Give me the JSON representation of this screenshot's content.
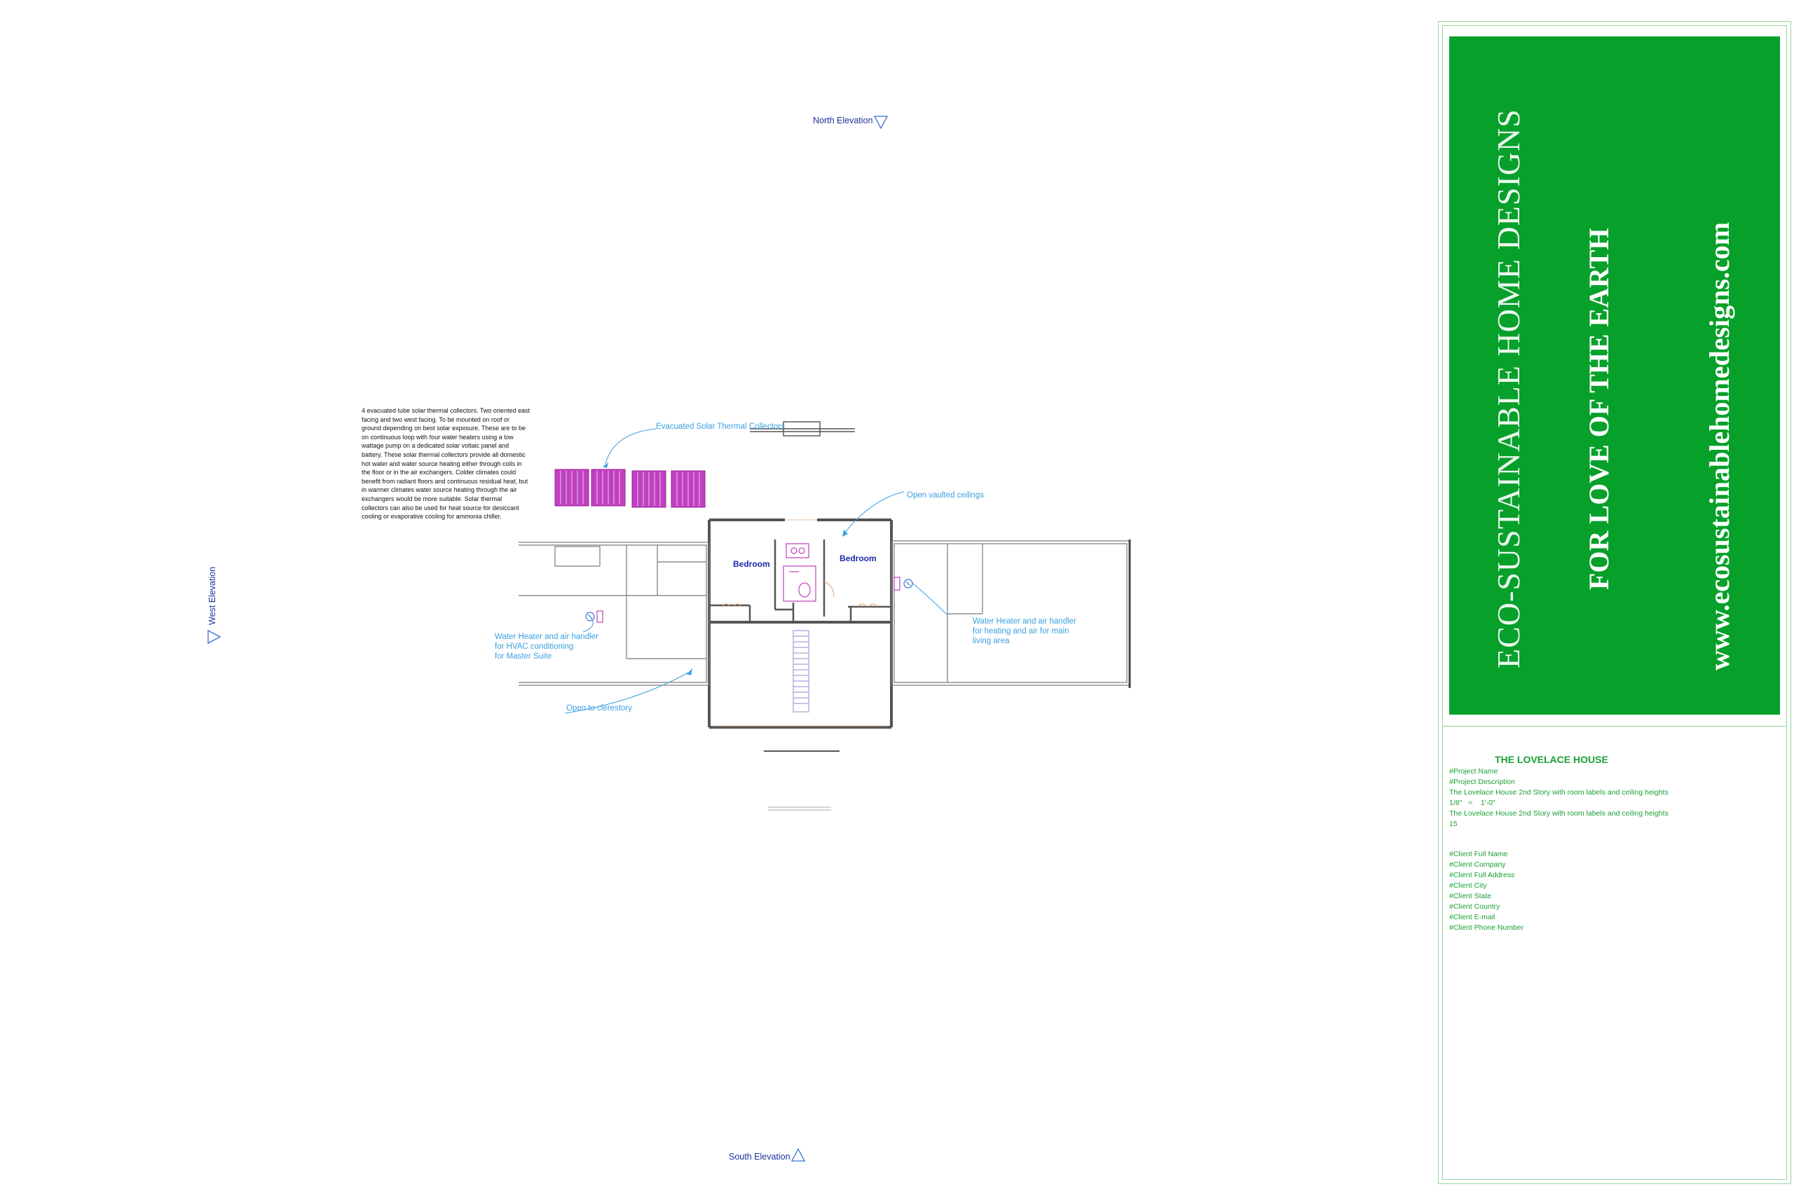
{
  "plan": {
    "north_label": "North Elevation",
    "south_label": "South Elevation",
    "west_label": "West Elevation",
    "notes": "4 evacuated tube solar thermal collectors.  Two oriented east facing and two west facing.  To be mounted on roof or ground depending on best solar exposure.  These are to be on continuous loop with four water heaters using a low wattage pump on a dedicated solar voltaic panel and battery.  These solar thermal collectors provide all domestic hot water and water source heating either through coils in the floor or in the air exchangers.  Colder climates could benefit from radiant floors and continuous residual heat, but in warmer climates water source heating through the air exchangers would be more suitable.  Solar thermal collectors can also be used for heat source for desiccant cooling or evaporative cooling for ammonia chiller.",
    "callouts": {
      "collectors": "Evacuated Solar Thermal Collectors",
      "vaulted": "Open vaulted ceilings",
      "wh_right": "Water Heater and air handler\nfor heating and air for main\nliving area",
      "wh_left": "Water Heater and air handler\nfor HVAC conditioning\nfor Master Suite",
      "clerestory": "Open to clerestory"
    },
    "rooms": [
      "Bedroom",
      "Bedroom"
    ]
  },
  "title_block": {
    "company": "ECO-SUSTAINABLE HOME DESIGNS",
    "slogan": "FOR LOVE OF THE EARTH",
    "website": "www.ecosustainablehomedesigns.com",
    "project_title": "THE LOVELACE HOUSE",
    "project_lines": "#Project Name\n#Project Description\nThe Lovelace House 2nd Story with room labels and ceiling heights\n1/8\"   =    1'-0\"\nThe Lovelace House 2nd Story with room labels and ceiling heights\n15",
    "client_lines": "#Client Full Name\n#Client Company\n#Client Full Address\n#Client City\n#Client State\n#Client Country\n#Client E-mail\n#Client Phone Number"
  },
  "colors": {
    "panel_green": "#07a02a",
    "title_text_green": "#1aa033",
    "callout_blue": "#3aa0e0",
    "room_blue": "#1a2aa8",
    "collector_magenta": "#c040c0"
  }
}
